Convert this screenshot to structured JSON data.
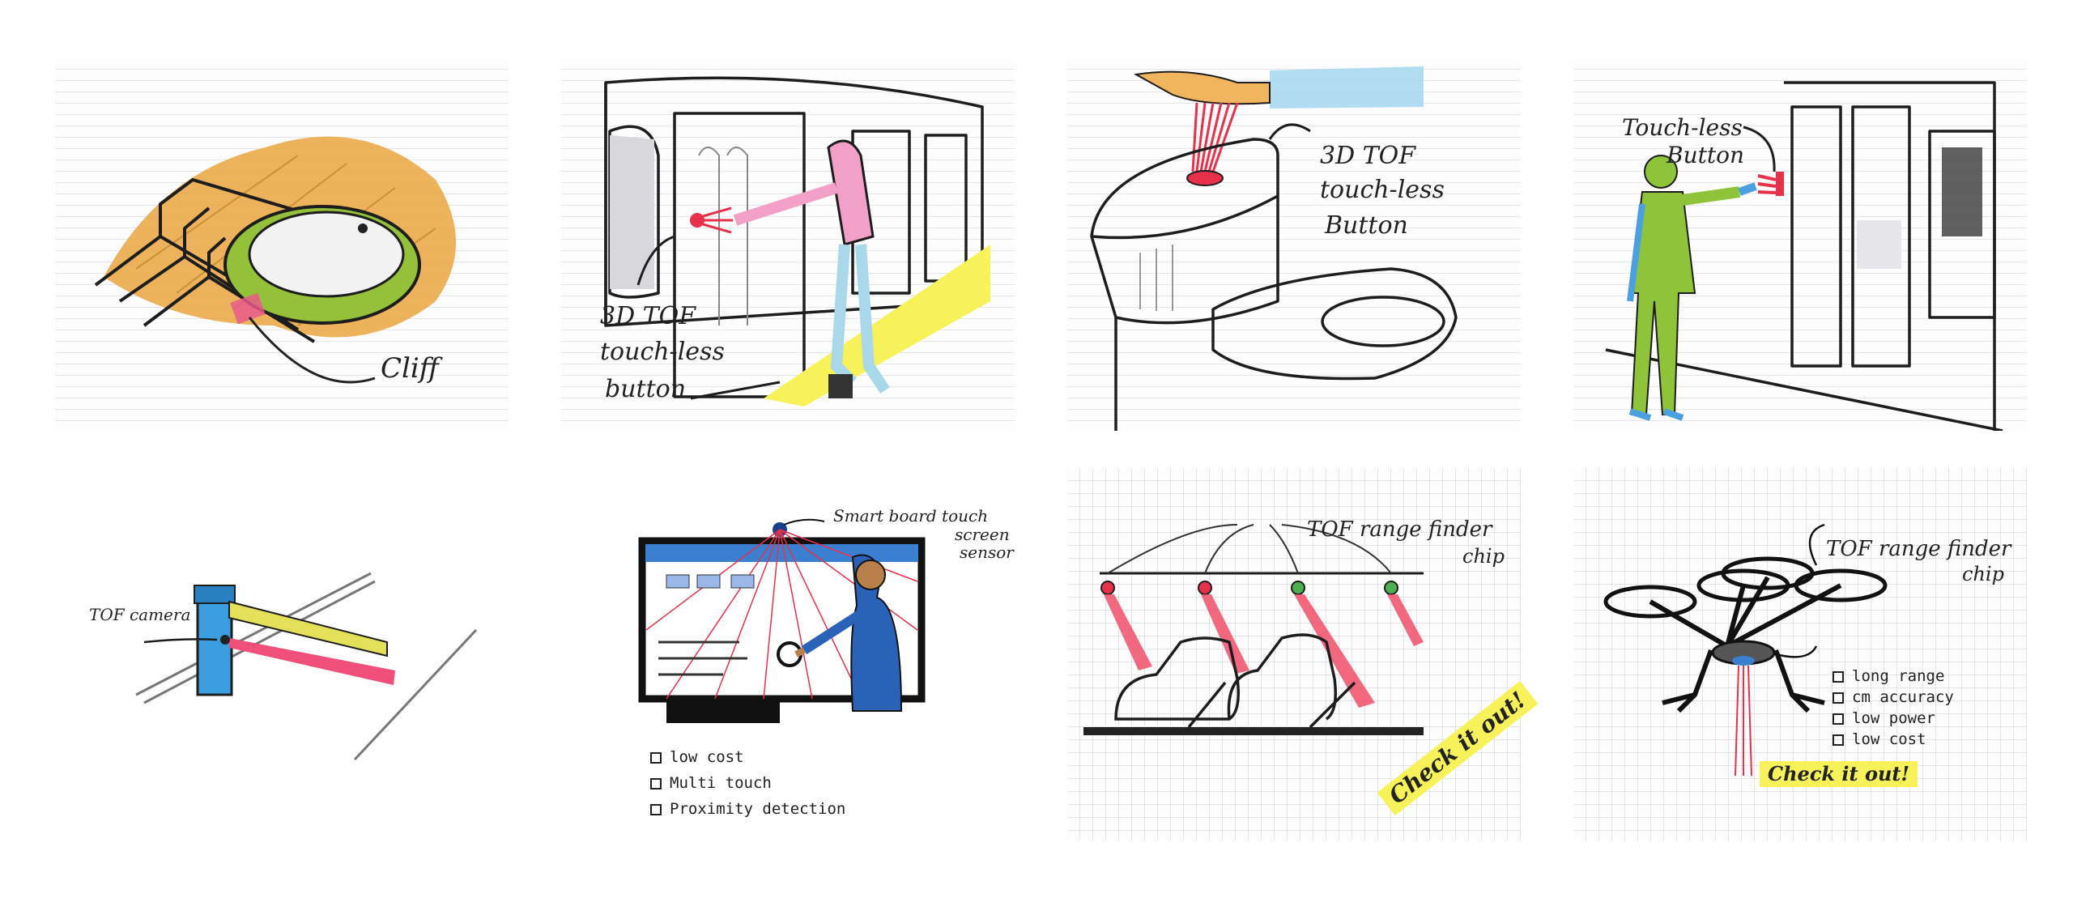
{
  "panels": [
    {
      "labels": {
        "cliff": "Cliff"
      }
    },
    {
      "labels": {
        "line1": "3D TOF",
        "line2": "touch-less",
        "line3": "button"
      }
    },
    {
      "labels": {
        "line1": "3D TOF",
        "line2": "touch-less",
        "line3": "Button"
      }
    },
    {
      "labels": {
        "line1": "Touch-less",
        "line2": "Button"
      }
    },
    {
      "labels": {
        "camera": "TOF camera"
      }
    },
    {
      "labels": {
        "sensor1": "Smart board touch",
        "sensor2": "screen",
        "sensor3": "sensor"
      },
      "bullets": [
        "low cost",
        "Multi touch",
        "Proximity detection"
      ]
    },
    {
      "labels": {
        "chip1": "TOF range finder",
        "chip2": "chip",
        "cta": "Check it out!"
      }
    },
    {
      "labels": {
        "chip1": "TOF range finder",
        "chip2": "chip",
        "cta": "Check it out!"
      },
      "bullets": [
        "long range",
        "cm accuracy",
        "low power",
        "low cost"
      ]
    }
  ],
  "colors": {
    "laser": "#e8304a",
    "highlight": "#f7f25a",
    "wood": "#e7a43c",
    "scrubs": "#8fc43a",
    "robot": "#9ec23a"
  }
}
